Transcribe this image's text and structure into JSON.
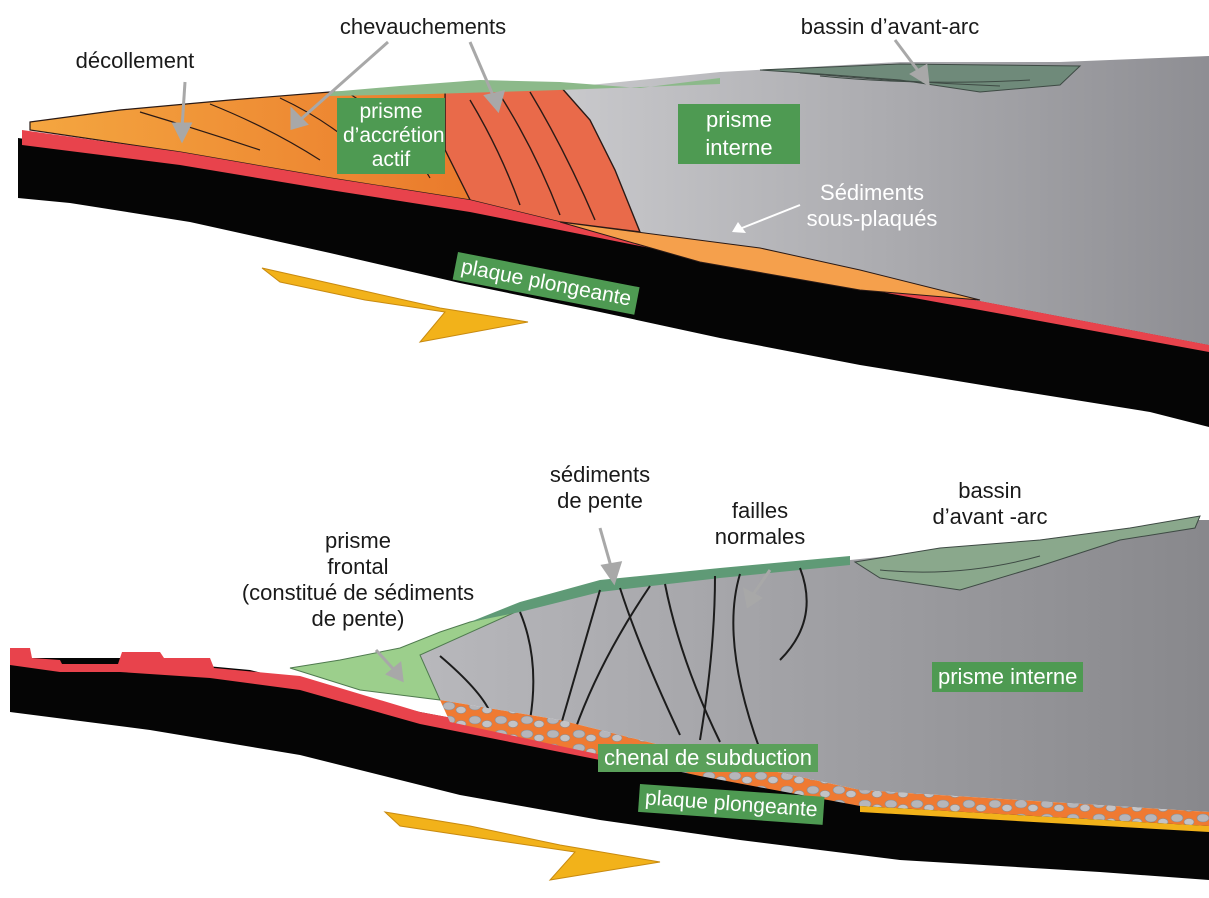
{
  "top_panel": {
    "labels": {
      "decollement": "décollement",
      "chevauchements": "chevauchements",
      "bassin": "bassin d’avant-arc",
      "sediments_line1": "Sédiments",
      "sediments_line2": "sous-plaqués"
    },
    "boxes": {
      "prisme_actif_line1": "prisme",
      "prisme_actif_line2": "d’accrétion",
      "prisme_actif_line3": "actif",
      "prisme_interne_line1": "prisme",
      "prisme_interne_line2": "interne",
      "plaque": "plaque plongeante"
    }
  },
  "bottom_panel": {
    "labels": {
      "sediments_pente_line1": "sédiments",
      "sediments_pente_line2": "de pente",
      "failles_line1": "failles",
      "failles_line2": "normales",
      "bassin_line1": "bassin",
      "bassin_line2": "d’avant -arc",
      "frontal_line1": "prisme",
      "frontal_line2": "frontal",
      "frontal_line3": "(constitué de sédiments",
      "frontal_line4": "de pente)"
    },
    "boxes": {
      "prisme_interne": "prisme interne",
      "chenal": "chenal de subduction",
      "plaque": "plaque plongeante"
    }
  },
  "colors": {
    "green_box": "#4e9a52",
    "oceanic_plate": "#050505",
    "sediment_red": "#e8434c",
    "sediment_orange": "#f08a2a",
    "inner_prism_gray": "#a9a9ad",
    "arrow_yellow": "#f2b21a",
    "slope_green": "#7ec27a"
  }
}
